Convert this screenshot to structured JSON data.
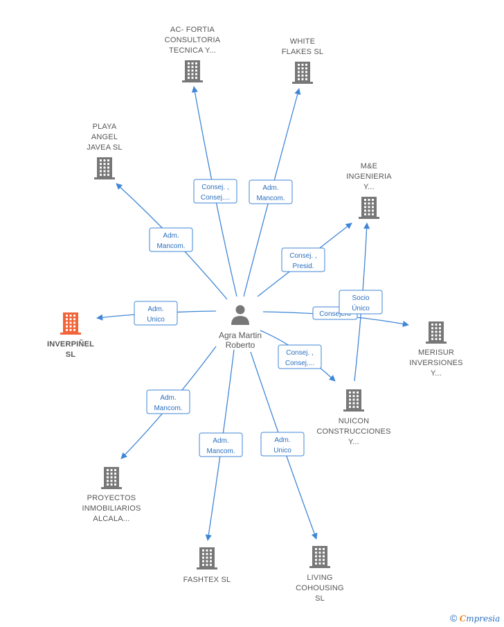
{
  "center": {
    "name_lines": [
      "Agra Martin",
      "Roberto"
    ]
  },
  "companies": [
    {
      "id": "acfortia",
      "lines": [
        "AC- FORTIA",
        "CONSULTORIA",
        "TECNICA Y..."
      ],
      "color": "#777777"
    },
    {
      "id": "white",
      "lines": [
        "WHITE",
        "FLAKES  SL"
      ],
      "color": "#777777"
    },
    {
      "id": "playa",
      "lines": [
        "PLAYA",
        "ANGEL",
        "JAVEA  SL"
      ],
      "color": "#777777"
    },
    {
      "id": "me",
      "lines": [
        "M&E",
        "INGENIERIA",
        "Y..."
      ],
      "color": "#777777"
    },
    {
      "id": "inverpinel",
      "lines": [
        "INVERPIÑEL",
        "SL"
      ],
      "color": "#f26338"
    },
    {
      "id": "merisur",
      "lines": [
        "MERISUR",
        "INVERSIONES",
        "Y..."
      ],
      "color": "#777777"
    },
    {
      "id": "nuicon",
      "lines": [
        "NUICON",
        "CONSTRUCCIONES",
        "Y..."
      ],
      "color": "#777777"
    },
    {
      "id": "proyectos",
      "lines": [
        "PROYECTOS",
        "INMOBILIARIOS",
        "ALCALA..."
      ],
      "color": "#777777"
    },
    {
      "id": "fashtex",
      "lines": [
        "FASHTEX  SL"
      ],
      "color": "#777777"
    },
    {
      "id": "living",
      "lines": [
        "LIVING",
        "COHOUSING",
        "SL"
      ],
      "color": "#777777"
    }
  ],
  "relations": [
    {
      "id": "r-acfortia",
      "lines": [
        "Consej. ,",
        "Consej...."
      ]
    },
    {
      "id": "r-white",
      "lines": [
        "Adm.",
        "Mancom."
      ]
    },
    {
      "id": "r-playa",
      "lines": [
        "Adm.",
        "Mancom."
      ]
    },
    {
      "id": "r-me",
      "lines": [
        "Consej. ,",
        "Presid."
      ]
    },
    {
      "id": "r-inverpinel",
      "lines": [
        "Adm.",
        "Unico"
      ]
    },
    {
      "id": "r-merisur",
      "lines": [
        "Consejero"
      ]
    },
    {
      "id": "r-nuicon-socio",
      "lines": [
        "Socio",
        "Único"
      ]
    },
    {
      "id": "r-nuicon",
      "lines": [
        "Consej. ,",
        "Consej...."
      ]
    },
    {
      "id": "r-proyectos",
      "lines": [
        "Adm.",
        "Mancom."
      ]
    },
    {
      "id": "r-fashtex",
      "lines": [
        "Adm.",
        "Mancom."
      ]
    },
    {
      "id": "r-living",
      "lines": [
        "Adm.",
        "Unico"
      ]
    }
  ],
  "footer": {
    "copyright_symbol": "©",
    "brand_initial": "C",
    "brand_rest": "mpresia"
  }
}
